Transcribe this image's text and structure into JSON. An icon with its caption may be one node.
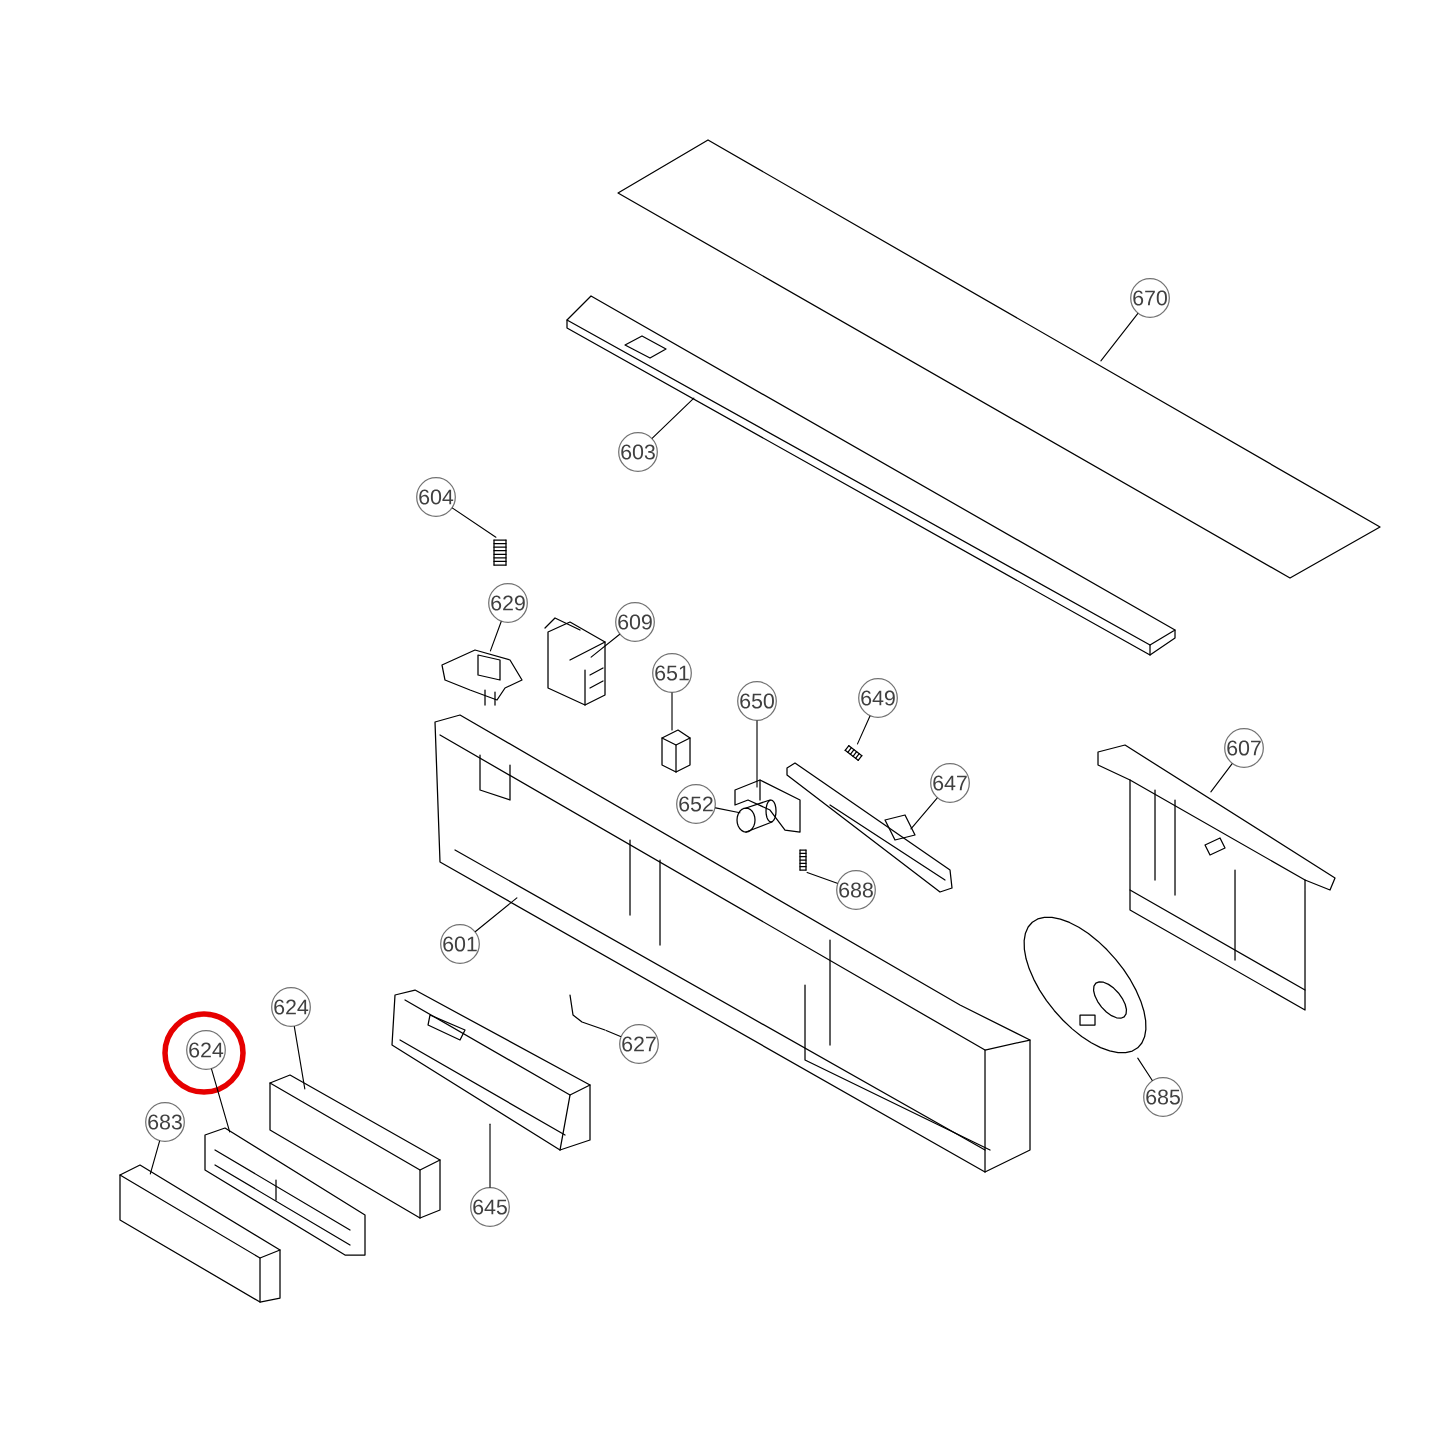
{
  "diagram": {
    "nodes": [
      {
        "text": [
          "670"
        ]
      },
      {
        "text": [
          "603"
        ]
      },
      {
        "text": [
          "604"
        ]
      },
      {
        "text": [
          "629"
        ]
      },
      {
        "text": [
          "609"
        ]
      },
      {
        "text": [
          "651"
        ]
      },
      {
        "text": [
          "650"
        ]
      },
      {
        "text": [
          "649"
        ]
      },
      {
        "text": [
          "607"
        ]
      },
      {
        "text": [
          "647"
        ]
      },
      {
        "text": [
          "652"
        ]
      },
      {
        "text": [
          "688"
        ]
      },
      {
        "text": [
          "601"
        ]
      },
      {
        "text": [
          "624"
        ]
      },
      {
        "text": [],
        "shape": "circle"
      },
      {
        "text": [
          "624"
        ],
        "in": 14
      },
      {
        "text": [
          "683"
        ]
      },
      {
        "text": [
          "627"
        ]
      },
      {
        "text": [
          "685"
        ]
      },
      {
        "text": [
          "645"
        ]
      },
      {
        "text": [],
        "shape": "picture"
      },
      {
        "text": [],
        "shape": "picture"
      },
      {
        "text": [],
        "shape": "picture"
      },
      {
        "text": [],
        "shape": "picture"
      },
      {
        "text": [],
        "shape": "picture"
      },
      {
        "text": [],
        "shape": "picture"
      },
      {
        "text": [],
        "shape": "picture"
      },
      {
        "text": [],
        "shape": "picture"
      },
      {
        "text": [],
        "shape": "picture"
      },
      {
        "text": [],
        "shape": "picture"
      },
      {
        "text": [],
        "shape": "picture"
      },
      {
        "text": [],
        "shape": "picture"
      },
      {
        "text": [],
        "shape": "picture"
      },
      {
        "text": [],
        "shape": "picture"
      },
      {
        "text": [],
        "shape": "picture"
      },
      {
        "text": [],
        "shape": "picture"
      },
      {
        "text": [],
        "shape": "picture"
      },
      {
        "text": [],
        "shape": "picture"
      },
      {
        "text": [],
        "shape": "picture"
      }
    ],
    "edges": [
      {
        "from": 0,
        "to": 20,
        "arrow": "none"
      },
      {
        "from": 1,
        "to": 21,
        "arrow": "none"
      },
      {
        "from": 2,
        "to": 22,
        "arrow": "none"
      },
      {
        "from": 3,
        "to": 23,
        "arrow": "none"
      },
      {
        "from": 4,
        "to": 24,
        "arrow": "none"
      },
      {
        "from": 5,
        "to": 25,
        "arrow": "none"
      },
      {
        "from": 6,
        "to": 29,
        "arrow": "none"
      },
      {
        "from": 7,
        "to": 26,
        "arrow": "none"
      },
      {
        "from": 8,
        "to": 28,
        "arrow": "none"
      },
      {
        "from": 9,
        "to": 27,
        "arrow": "none"
      },
      {
        "from": 10,
        "to": 30,
        "arrow": "none"
      },
      {
        "from": 11,
        "to": 31,
        "arrow": "none"
      },
      {
        "from": 12,
        "to": 32,
        "arrow": "none"
      },
      {
        "from": 13,
        "to": 36,
        "arrow": "none"
      },
      {
        "from": 15,
        "to": 37,
        "arrow": "none"
      },
      {
        "from": 16,
        "to": 38,
        "arrow": "none"
      },
      {
        "from": 17,
        "to": 35,
        "arrow": "none"
      },
      {
        "from": 18,
        "to": 33,
        "arrow": "none"
      },
      {
        "from": 19,
        "to": 34,
        "arrow": "none"
      }
    ]
  }
}
